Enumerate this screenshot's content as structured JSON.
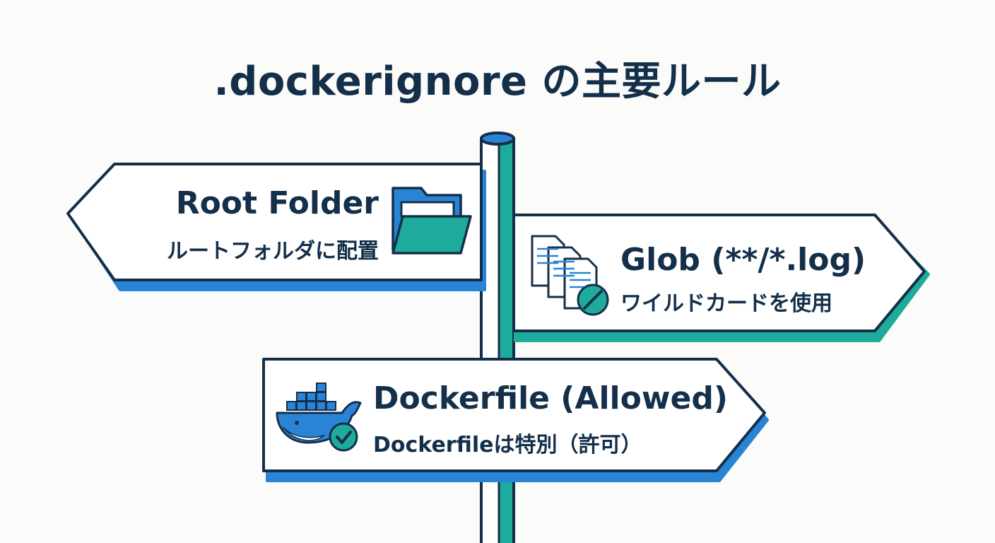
{
  "title": ".dockerignore の主要ルール",
  "signs": {
    "root": {
      "label": "Root Folder",
      "sublabel": "ルートフォルダに配置",
      "icon": "folder-icon"
    },
    "glob": {
      "label": "Glob (**/*.log)",
      "sublabel": "ワイルドカードを使用",
      "icon": "documents-blocked-icon"
    },
    "dockerfile": {
      "label": "Dockerfile (Allowed)",
      "sublabel": "Dockerfileは特別（許可）",
      "icon": "docker-whale-check-icon"
    }
  },
  "colors": {
    "navy": "#142f4a",
    "blue": "#2a84d6",
    "teal": "#1eab9b",
    "board": "#ffffff",
    "background": "#fbfbf9"
  }
}
